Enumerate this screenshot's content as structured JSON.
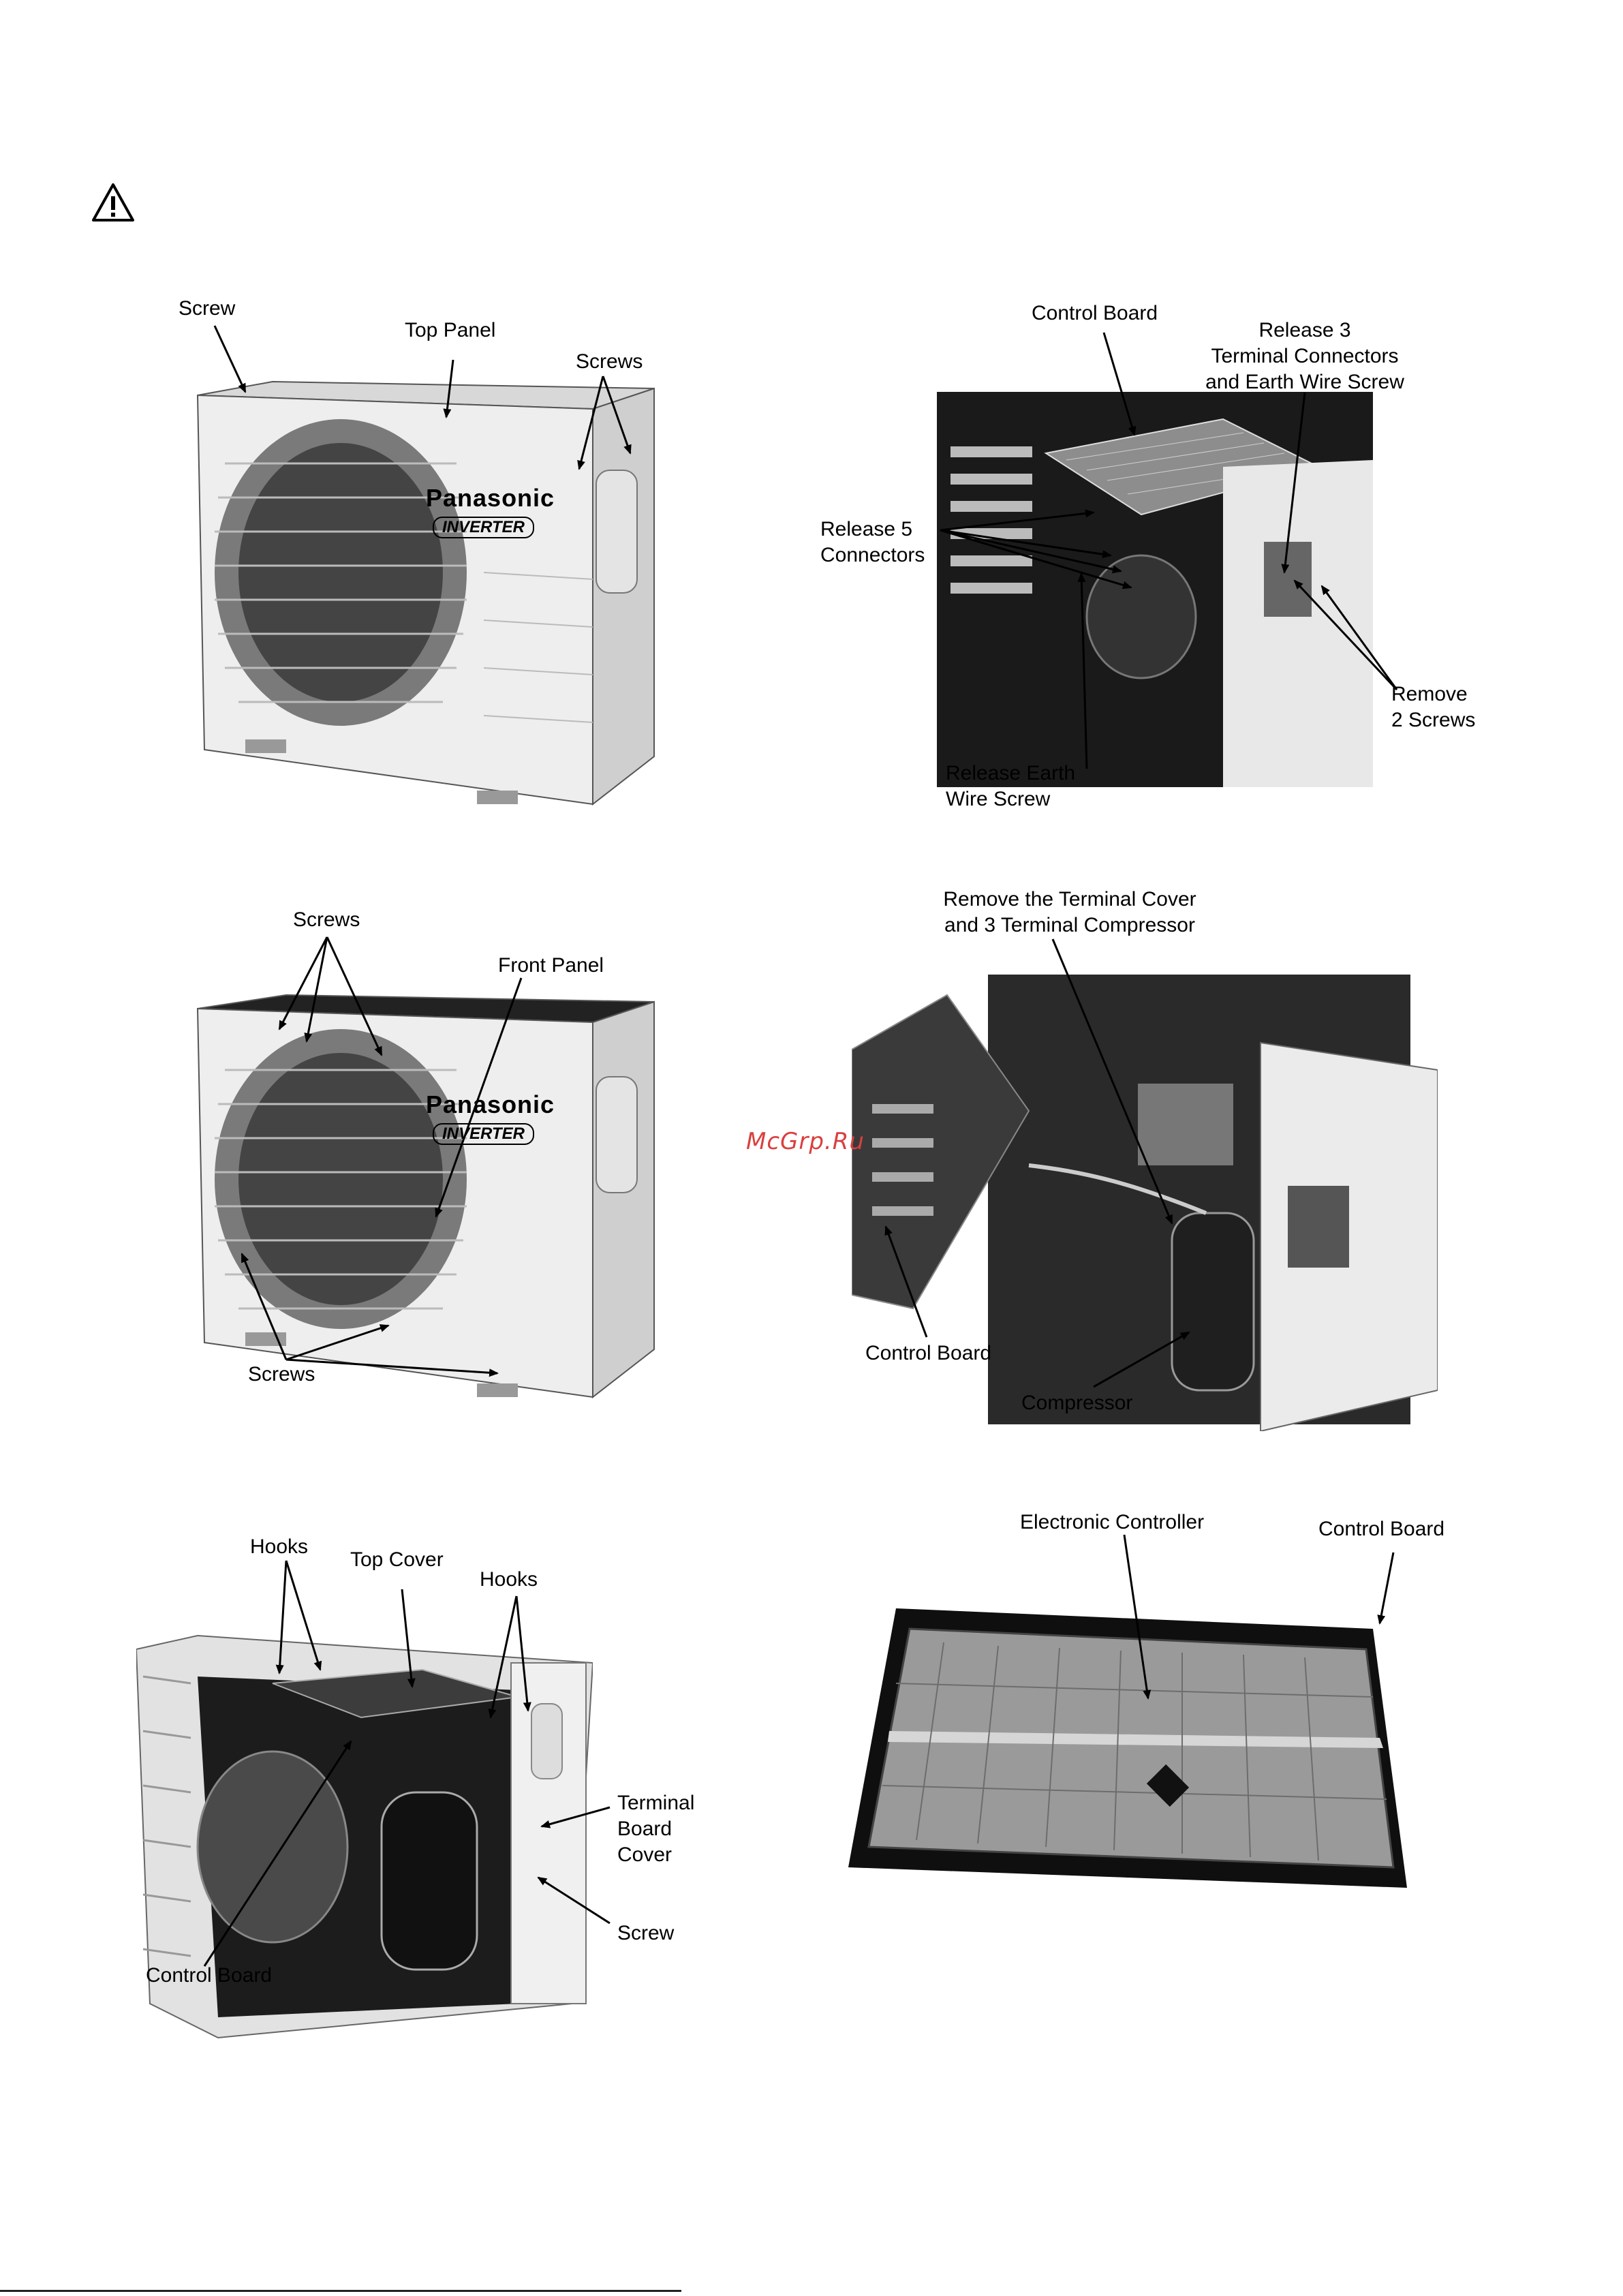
{
  "header": {
    "warning_icon": "warning-triangle-icon"
  },
  "watermark": "McGrp.Ru",
  "photos": [
    {
      "id": "photo1",
      "labels": {
        "screw": "Screw",
        "top_panel": "Top Panel",
        "screws": "Screws"
      },
      "brand": "Panasonic",
      "badge": "INVERTER"
    },
    {
      "id": "photo2",
      "labels": {
        "control_board": "Control Board",
        "release3": [
          "Release 3",
          "Terminal Connectors",
          "and Earth Wire Screw"
        ],
        "release5": [
          "Release 5",
          "Connectors"
        ],
        "remove2": [
          "Remove",
          "2 Screws"
        ],
        "release_earth": [
          "Release Earth",
          "Wire Screw"
        ]
      }
    },
    {
      "id": "photo3",
      "labels": {
        "screws_top": "Screws",
        "front_panel": "Front Panel",
        "screws_bottom": "Screws"
      },
      "brand": "Panasonic",
      "badge": "INVERTER"
    },
    {
      "id": "photo4",
      "labels": {
        "remove_terminal": [
          "Remove the Terminal Cover",
          "and 3 Terminal Compressor"
        ],
        "control_board": "Control Board",
        "compressor": "Compressor"
      }
    },
    {
      "id": "photo5",
      "labels": {
        "hooks_left": "Hooks",
        "top_cover": "Top Cover",
        "hooks_right": "Hooks",
        "terminal_board_cover": [
          "Terminal",
          "Board",
          "Cover"
        ],
        "screw": "Screw",
        "control_board": "Control Board"
      }
    },
    {
      "id": "photo6",
      "labels": {
        "electronic_controller": "Electronic Controller",
        "control_board": "Control Board"
      }
    }
  ]
}
